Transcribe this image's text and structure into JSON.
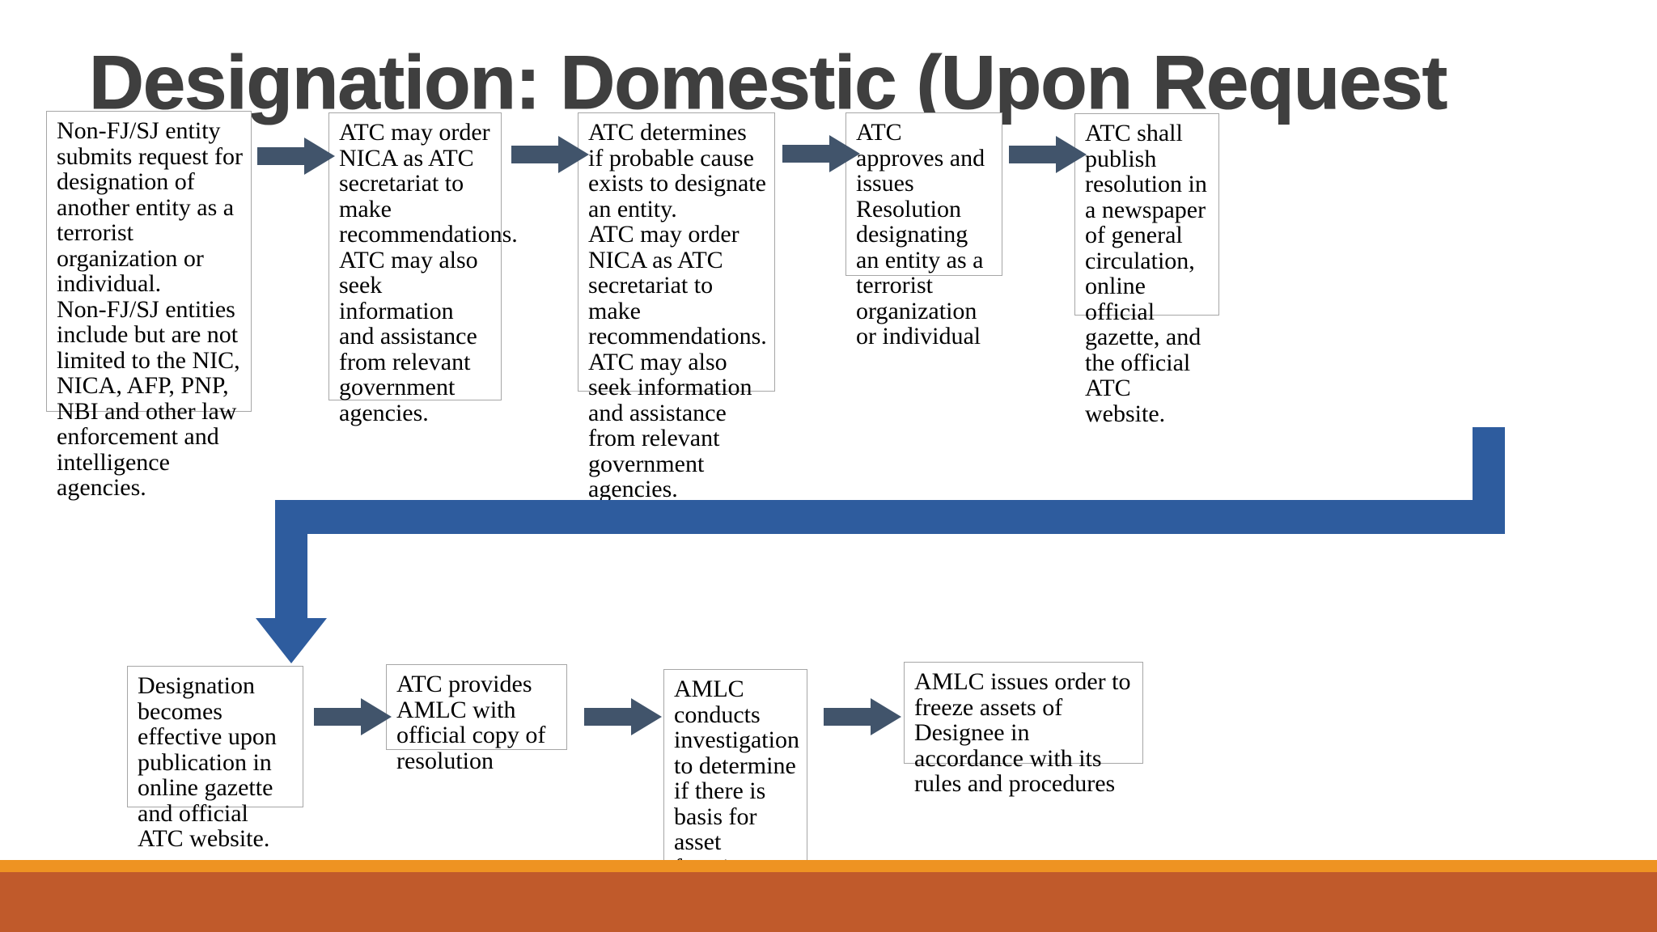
{
  "slide": {
    "title": "Designation: Domestic (Upon Request",
    "background_color": "#FFFFFF",
    "title_color": "#3F3F3F"
  },
  "colors": {
    "small_arrow": "#41546B",
    "connector_arrow": "#2E5C9E",
    "box_border": "#A6A6A6",
    "bar_orange": "#EE9322",
    "bar_burnt_orange": "#C05A2B"
  },
  "flow": {
    "top_row": [
      {
        "id": "box-request",
        "text": "Non-FJ/SJ entity submits request for designation of another entity as a terrorist organization or individual.\nNon-FJ/SJ entities include but are not limited to the NIC, NICA, AFP, PNP, NBI and other law enforcement and intelligence agencies."
      },
      {
        "id": "box-atc-order-nica",
        "text": "ATC may order NICA as ATC secretariat to make recommendations.\nATC may also seek information and assistance from relevant government agencies."
      },
      {
        "id": "box-probable-cause",
        "text": "ATC determines if probable cause exists to designate an entity.\nATC may order NICA as ATC secretariat to make recommendations.\nATC may also seek information and assistance from relevant government agencies."
      },
      {
        "id": "box-atc-resolution",
        "text": "ATC approves and issues Resolution designating an entity as a terrorist organization or individual"
      },
      {
        "id": "box-publish",
        "text": "ATC shall publish resolution in a newspaper of general circulation, online official gazette, and the official ATC website."
      }
    ],
    "bottom_row": [
      {
        "id": "box-effective",
        "text": "Designation becomes effective upon publication in online gazette and official ATC website."
      },
      {
        "id": "box-atc-provides-amlc",
        "text": "ATC provides AMLC with official copy of resolution"
      },
      {
        "id": "box-amlc-investigation",
        "text": "AMLC conducts investigation to determine if there is basis for asset freezing"
      },
      {
        "id": "box-amlc-freeze",
        "text": "AMLC issues order to freeze assets of Designee in accordance with its rules and procedures"
      }
    ],
    "arrows": {
      "top": [
        "arrow-1",
        "arrow-2",
        "arrow-3",
        "arrow-4"
      ],
      "bottom": [
        "arrow-5",
        "arrow-6",
        "arrow-7"
      ],
      "connector": "connector-elbow-arrow"
    }
  }
}
